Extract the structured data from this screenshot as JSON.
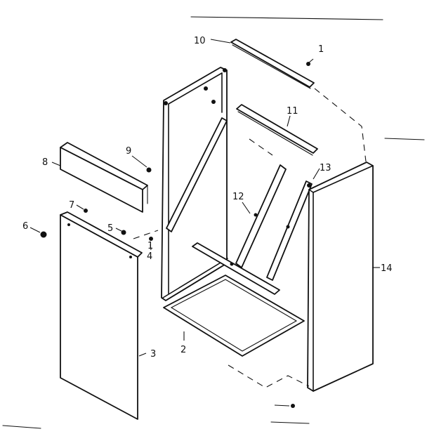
{
  "callouts": {
    "c1a": "1",
    "c1b": "1",
    "c2": "2",
    "c3": "3",
    "c4": "4",
    "c5": "5",
    "c6": "6",
    "c7": "7",
    "c8": "8",
    "c9": "9",
    "c10": "10",
    "c11": "11",
    "c12": "12",
    "c13": "13",
    "c14": "14"
  }
}
